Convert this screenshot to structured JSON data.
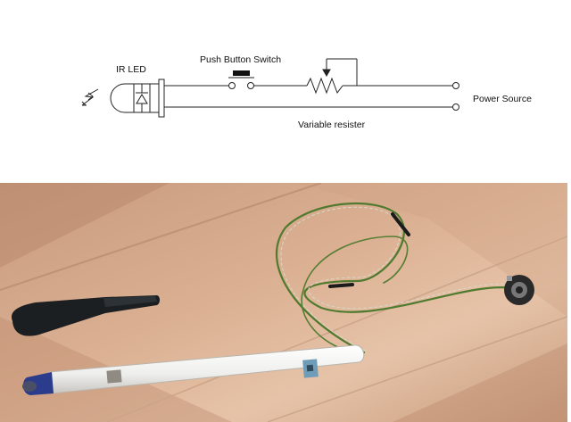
{
  "schematic": {
    "labels": {
      "ir_led": "IR LED",
      "push_button_switch": "Push Button Switch",
      "power_source": "Power Source",
      "variable_resister": "Variable resister"
    }
  },
  "photo": {
    "components": [
      "pen cap",
      "white tube pen body",
      "twisted green wire pair",
      "switch",
      "variable resistor",
      "power jack"
    ],
    "colors": {
      "floor_light": "#d8ab8c",
      "floor_dark": "#b98569",
      "wire": "#4f7a2f",
      "cap": "#1c1f22",
      "tube": "#f1f1ef",
      "led_tip": "#2b3c8c",
      "switch_blue": "#6f9db8"
    }
  }
}
